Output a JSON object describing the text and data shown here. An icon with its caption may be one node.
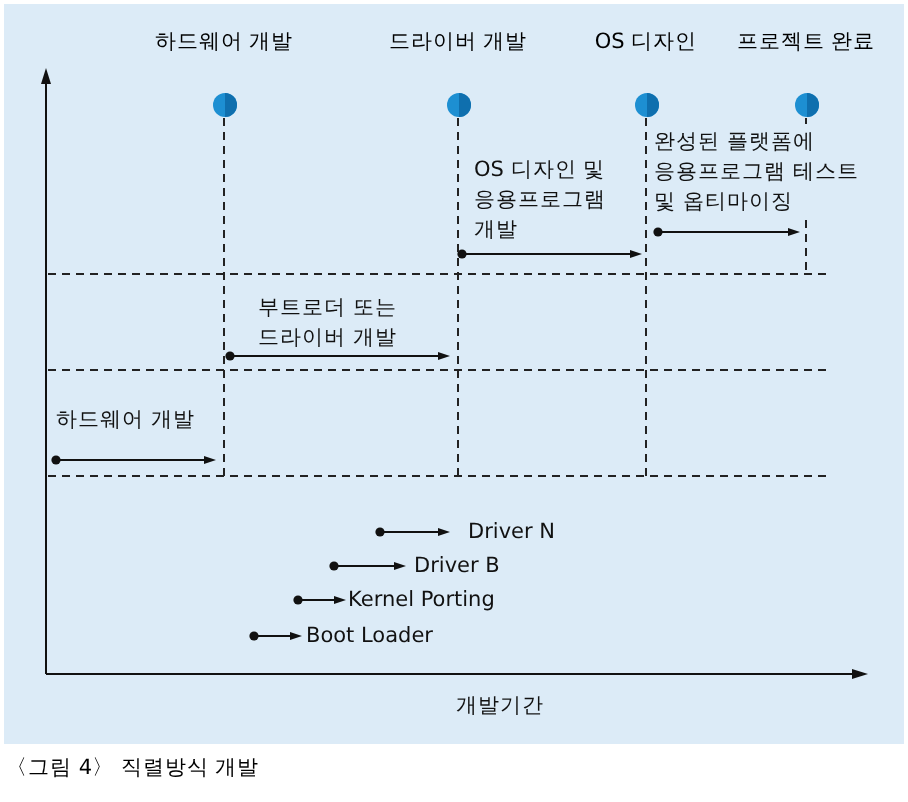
{
  "diagram": {
    "caption": "〈그림 4〉 직렬방식 개발",
    "nodes": [
      {
        "text": [
          "하드웨어 개발"
        ]
      },
      {
        "text": [
          "드라이버 개발"
        ]
      },
      {
        "text": [
          "OS 디자인"
        ]
      },
      {
        "text": [
          "프로젝트 완료"
        ]
      }
    ],
    "labels": [
      "OS 디자인 및 응용프로그램 개발",
      "완성된 플랫폼에 응용프로그램 테스트 및 옵티마이징",
      "부트로더 또는 드라이버 개발",
      "하드웨어 개발",
      "Driver N",
      "Driver B",
      "Kernel Porting",
      "Boot Loader",
      "개발기간"
    ]
  }
}
